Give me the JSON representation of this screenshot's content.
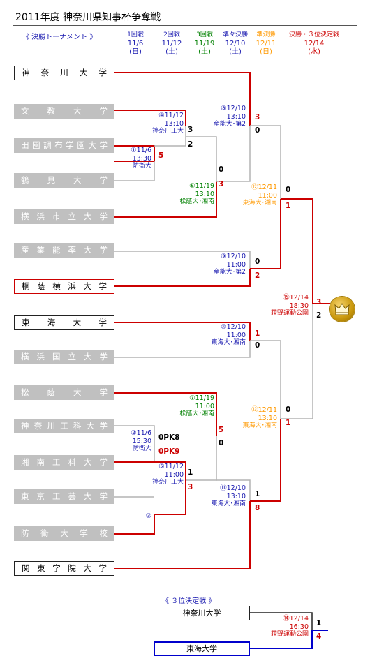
{
  "title": "2011年度 神奈川県知事杯争奪戦",
  "tournament_label": "《 決勝トーナメント 》",
  "round_headers": [
    {
      "name": "1回戦",
      "date": "11/6",
      "day": "(日)",
      "color": "#1a1ab0"
    },
    {
      "name": "2回戦",
      "date": "11/12",
      "day": "(土)",
      "color": "#1a1ab0"
    },
    {
      "name": "3回戦",
      "date": "11/19",
      "day": "(土)",
      "color": "#008000"
    },
    {
      "name": "準々決勝",
      "date": "12/10",
      "day": "(土)",
      "color": "#1a1ab0"
    },
    {
      "name": "準決勝",
      "date": "12/11",
      "day": "(日)",
      "color": "#ff9900"
    },
    {
      "name": "決勝・３位決定戦",
      "date": "12/14",
      "day": "(水)",
      "color": "#cc0000"
    }
  ],
  "teams": [
    {
      "name": "神奈川大学",
      "style": "white"
    },
    {
      "name": "文教大学",
      "style": "grey"
    },
    {
      "name": "田園調布学園大学",
      "style": "grey"
    },
    {
      "name": "鶴見大学",
      "style": "grey"
    },
    {
      "name": "横浜市立大学",
      "style": "grey"
    },
    {
      "name": "産業能率大学",
      "style": "grey"
    },
    {
      "name": "桐蔭横浜大学",
      "style": "hl"
    },
    {
      "name": "東海大学",
      "style": "white"
    },
    {
      "name": "横浜国立大学",
      "style": "grey"
    },
    {
      "name": "松蔭大学",
      "style": "grey"
    },
    {
      "name": "神奈川工科大学",
      "style": "grey"
    },
    {
      "name": "湘南工科大学",
      "style": "grey"
    },
    {
      "name": "東京工芸大学",
      "style": "grey"
    },
    {
      "name": "防衛大学校",
      "style": "grey"
    },
    {
      "name": "関東学院大学",
      "style": "white"
    }
  ],
  "matches": [
    {
      "id": "m1",
      "label": "①11/6",
      "time": "13:30",
      "venue": "防衛大",
      "color": "#1a1ab0"
    },
    {
      "id": "m2",
      "label": "②11/6",
      "time": "15:30",
      "venue": "防衛大",
      "color": "#1a1ab0"
    },
    {
      "id": "m3",
      "label": "③",
      "time": "",
      "venue": "",
      "color": "#1a1ab0"
    },
    {
      "id": "m4",
      "label": "④11/12",
      "time": "13:10",
      "venue": "神奈川工大",
      "color": "#1a1ab0"
    },
    {
      "id": "m5",
      "label": "⑤11/12",
      "time": "11:00",
      "venue": "神奈川工大",
      "color": "#1a1ab0"
    },
    {
      "id": "m6",
      "label": "⑥11/19",
      "time": "13:10",
      "venue": "松蔭大･湘南",
      "color": "#008000"
    },
    {
      "id": "m7",
      "label": "⑦11/19",
      "time": "11:00",
      "venue": "松蔭大･湘南",
      "color": "#008000"
    },
    {
      "id": "m8",
      "label": "⑧12/10",
      "time": "13:10",
      "venue": "産能大･第2",
      "color": "#1a1ab0"
    },
    {
      "id": "m9",
      "label": "⑨12/10",
      "time": "11:00",
      "venue": "産能大･第2",
      "color": "#1a1ab0"
    },
    {
      "id": "m10",
      "label": "⑩12/10",
      "time": "11:00",
      "venue": "東海大･湘南",
      "color": "#1a1ab0"
    },
    {
      "id": "m11",
      "label": "⑪12/10",
      "time": "13:10",
      "venue": "東海大･湘南",
      "color": "#1a1ab0"
    },
    {
      "id": "m12",
      "label": "⑫12/11",
      "time": "11:00",
      "venue": "東海大･湘南",
      "color": "#ff9900"
    },
    {
      "id": "m13",
      "label": "⑬12/11",
      "time": "13:10",
      "venue": "東海大･湘南",
      "color": "#ff9900"
    },
    {
      "id": "m14",
      "label": "⑭12/14",
      "time": "16:30",
      "venue": "荻野運動公園",
      "color": "#cc0000"
    },
    {
      "id": "m15",
      "label": "⑮12/14",
      "time": "18:30",
      "venue": "荻野運動公園",
      "color": "#cc0000"
    }
  ],
  "scores": [
    {
      "v": "5",
      "color": "#cc0000"
    },
    {
      "v": "3",
      "color": "#000000"
    },
    {
      "v": "2",
      "color": "#000000"
    },
    {
      "v": "0",
      "color": "#000000"
    },
    {
      "v": "3",
      "color": "#cc0000"
    },
    {
      "v": "3",
      "color": "#cc0000"
    },
    {
      "v": "0",
      "color": "#000000"
    },
    {
      "v": "0",
      "color": "#000000"
    },
    {
      "v": "2",
      "color": "#cc0000"
    },
    {
      "v": "0",
      "color": "#000000"
    },
    {
      "v": "1",
      "color": "#cc0000"
    },
    {
      "v": "3",
      "color": "#cc0000"
    },
    {
      "v": "2",
      "color": "#000000"
    },
    {
      "v": "1",
      "color": "#cc0000"
    },
    {
      "v": "0",
      "color": "#000000"
    },
    {
      "v": "0PK8",
      "color": "#000000"
    },
    {
      "v": "0PK9",
      "color": "#cc0000"
    },
    {
      "v": "1",
      "color": "#000000"
    },
    {
      "v": "3",
      "color": "#cc0000"
    },
    {
      "v": "5",
      "color": "#cc0000"
    },
    {
      "v": "0",
      "color": "#000000"
    },
    {
      "v": "1",
      "color": "#000000"
    },
    {
      "v": "8",
      "color": "#cc0000"
    },
    {
      "v": "0",
      "color": "#000000"
    },
    {
      "v": "1",
      "color": "#cc0000"
    },
    {
      "v": "1",
      "color": "#000000"
    },
    {
      "v": "4",
      "color": "#cc0000"
    }
  ],
  "third_place": {
    "label": "《 ３位決定戦 》",
    "team1": "神奈川大学",
    "team2": "東海大学"
  },
  "colors": {
    "win": "#cc0000",
    "lose": "#b4b4b4",
    "third_win": "#0000cc",
    "third_lose": "#222222"
  },
  "icon": "crown-icon"
}
